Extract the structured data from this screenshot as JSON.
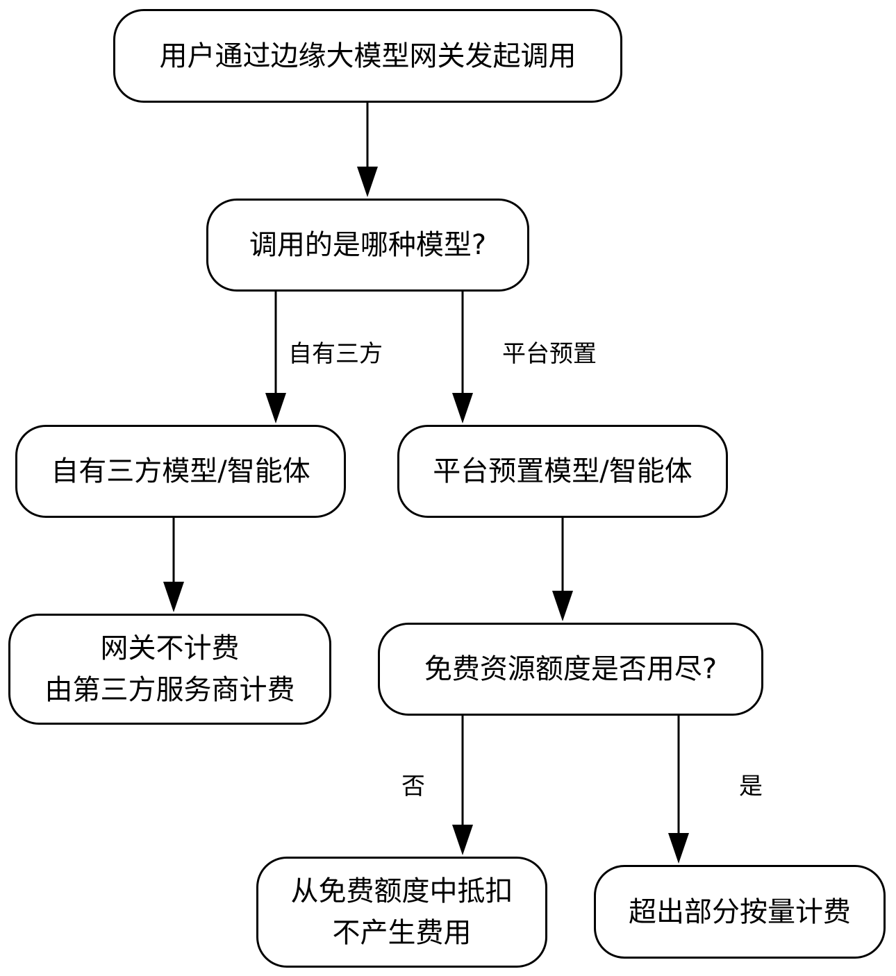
{
  "nodes": {
    "start": "用户通过边缘大模型网关发起调用",
    "which_model": "调用的是哪种模型?",
    "own_third_party": "自有三方模型/智能体",
    "platform_preset": "平台预置模型/智能体",
    "free_line1": "网关不计费",
    "free_line2": "由第三方服务商计费",
    "quota_question": "免费资源额度是否用尽?",
    "deduct_line1": "从免费额度中抵扣",
    "deduct_line2": "不产生费用",
    "overage": "超出部分按量计费"
  },
  "edge_labels": {
    "own_third_party": "自有三方",
    "platform_preset": "平台预置",
    "no": "否",
    "yes": "是"
  }
}
